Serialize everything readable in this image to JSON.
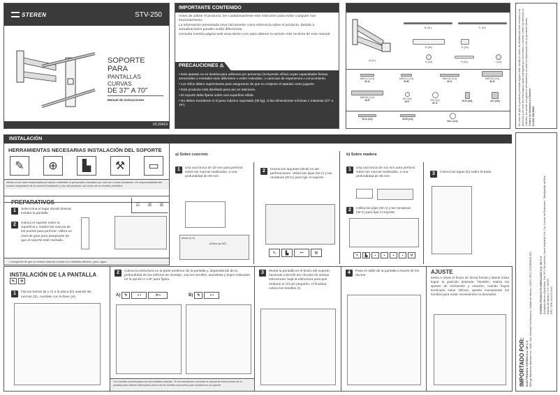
{
  "cover": {
    "brand": "STEREN",
    "model": "STV-250",
    "title_line1": "SOPORTE PARA",
    "title_line2": "PANTALLAS CURVAS",
    "title_line3": "DE 37\" A 70\"",
    "subtitle": "Manual de instrucciones",
    "version": "V0.20419"
  },
  "important": {
    "title": "IMPORTANTE CONTENIDO",
    "p1": "Antes de utilizar el producto, lee cuidadosamente este instructivo para evitar cualquier mal funcionamiento.",
    "p2": "La información presentada sirve únicamente como referencia sobre el producto. Debido a actualizaciones pueden existir diferencias.",
    "p3": "Consulta nuestra página web www.steren.com para obtener la versión más reciente de este manual."
  },
  "precautions": {
    "title": "PRECAUCIONES",
    "icon": "warning-icon",
    "items": [
      "Este aparato no se destina para utilizarse por personas (incluyendo niños) cuyas capacidades físicas, sensoriales o mentales sean diferentes o estén reducidas, o carezcan de experiencia o conocimiento.",
      "Los niños deben supervisarse para asegurarse de que no empleen el aparato como juguete.",
      "Este producto está diseñado para uso en interiores.",
      "El soporte debe fijarse sobre una superficie sólida.",
      "No deben excederse ni el peso máximo soportado (35 kg), ni las dimensiones mínimas o máximas (37\" a 70\")."
    ]
  },
  "parts": {
    "main": [
      {
        "label": "A (x1)"
      },
      {
        "label": "B (x1)"
      },
      {
        "label": "C (x1)"
      },
      {
        "label": "D (x1)"
      },
      {
        "label": "E (x2)"
      },
      {
        "label": "G (x4)"
      },
      {
        "label": "H (x1)"
      },
      {
        "label": "I (x2)"
      }
    ],
    "hardware": [
      {
        "spec": "M5X14 (X4)",
        "code": "M-A"
      },
      {
        "spec": "M6X14 (X4)",
        "code": "M-B"
      },
      {
        "spec": "M6X30 (X4)",
        "code": "M-C"
      },
      {
        "spec": "M8X30 (X4)",
        "code": "M-D"
      },
      {
        "spec": "M8X50 (X4)",
        "code": "M-E"
      },
      {
        "spec": "D5 (X4)",
        "code": "M-F"
      },
      {
        "spec": "D8 (X4)",
        "code": "M-G"
      },
      {
        "spec": "",
        "code": "M-H (x8)"
      },
      {
        "spec": "",
        "code": "M-I (x8)"
      }
    ],
    "wall": [
      {
        "code": "W-A (x4)"
      },
      {
        "code": "W-B (x4)"
      },
      {
        "code": "W-C (x4)"
      }
    ]
  },
  "installation": {
    "title": "INSTALACIÓN",
    "tools_title": "HERRAMIENTAS NECESARIAS  INSTALACIÓN DEL SOPORTE",
    "tools": [
      "pencil-icon",
      "screwdriver-icon",
      "drill-icon",
      "wrench-icon",
      "level-icon"
    ],
    "disclaimer": "Steren no se hace responsable por daños materiales ni personales causados por mal uso o mala instalación. Es responsabilidad del usuario asegurarse de la correcta instalación y uso del producto, así como de su revisión periódica.",
    "prep_title": "PREPARATIVOS",
    "prep_steps": [
      "Selecciona el lugar donde deseas instalar la pantalla.",
      "Coloca el soporte sobre la superficie y realiza las marcas de los puntos para perforar. Utiliza un nivel de gota para asegurarte de que el soporte esté nivelado."
    ],
    "prep_warning": "Asegúrate de que no existan tuberías ocultas con cableado eléctrico, gas o agua",
    "concrete_title": "a) Sobre concreto",
    "concrete_steps": [
      "Usa una broca de 10 mm para perforar sobre las marcas realizadas, a una profundidad de 60 mm.",
      "Inserta los taquetes (W-B) en las perforaciones. Utiliza las pijas (W-A) y las rondanas (W-C) para fijar el soporte."
    ],
    "concrete_dims": {
      "depth": "60mm",
      "depth_in": "(2.4\")",
      "bit": "ø10mm",
      "bit_in": "(ø 3/8\")"
    },
    "wood_title": "b) Sobre madera",
    "wood_steps": [
      "Usa una broca de 4,5 mm para perforar sobre las marcas realizadas, a una profundidad de 55 mm.",
      "Utiliza las pijas (W-A) y las rondanas (W-C) para fijar el soporte.",
      "Coloca las tapas (E) sobre la base."
    ]
  },
  "screen_install": {
    "title": "INSTALACIÓN DE LA PANTALLA",
    "steps": [
      "Fija las barras (B y C) a la placa (D) usando las tuercas (G). Auxiliate con la llave (H).",
      "Coloca la estructura en la parte posterior de la pantalla y, dependiendo de la profundidad de los orificios de montaje, usa los tornillos, arandelas y bujes indicados en la opción A o B* para fijarla.",
      "Monta la pantalla en el brazo del soporte, haciendo coincidir los círculos de ambas estructuras; baja la estructura para que embone el círculo pequeño. Al finalizar, coloca los tornillos (I).",
      "Pasa el cable de la pantalla a través de los ductos."
    ],
    "option_a": "A)",
    "option_b": "B)",
    "footnote": "*Los tornillos suministrados son de medidas estándar. Te recomendamos consultar el manual de instrucciones de tu pantalla para obtener información acerca de los tornillos necesarios para montarla en un soporte."
  },
  "adjust": {
    "title": "AJUSTE",
    "text": "Estira o retrae el brazo de forma frontal y lateral hasta lograr la posición deseada. También, realiza los ajustes de inclinación y rotación; cuando hayas terminado estos últimos, aprieta nuevamente los tornillos para evitar movimientos no deseados."
  },
  "importer": {
    "title": "IMPORTADO POR:",
    "company": "ELECTRÓNICA STEREN S.A. DE C.V.",
    "address": "Biólogo Maximino Martínez No. 3408, San Salvador Xochimanca, Ciudad de México, 02870. RFC: EST850628-K51",
    "producer": "STEREN PRODUCTO EMPACADO S.A. DE C.V.",
    "producer_address": "Autopista México-Querétaro, Km 26.5 Sin número, Nave Industrial 3-A, Col. Lomas de Bulevares, Tlalnepantla de Baz, Estado de México, C.P. 54020,",
    "producer_rfc": "RFC: SPE-941215-H43"
  },
  "support": {
    "text": "En caso de que su producto presente alguna falla, acuda al centro de distribución más cercano a su domicilio y en caso de tener alguna duda o pregunta por favor llame a nuestro Centro de Atención a Clientes, en donde con gusto le atenderemos en todo lo relacionado con su producto Steren.",
    "center_label": "Centro de Atención a Clientes",
    "phone": "01 800 500 9000"
  }
}
